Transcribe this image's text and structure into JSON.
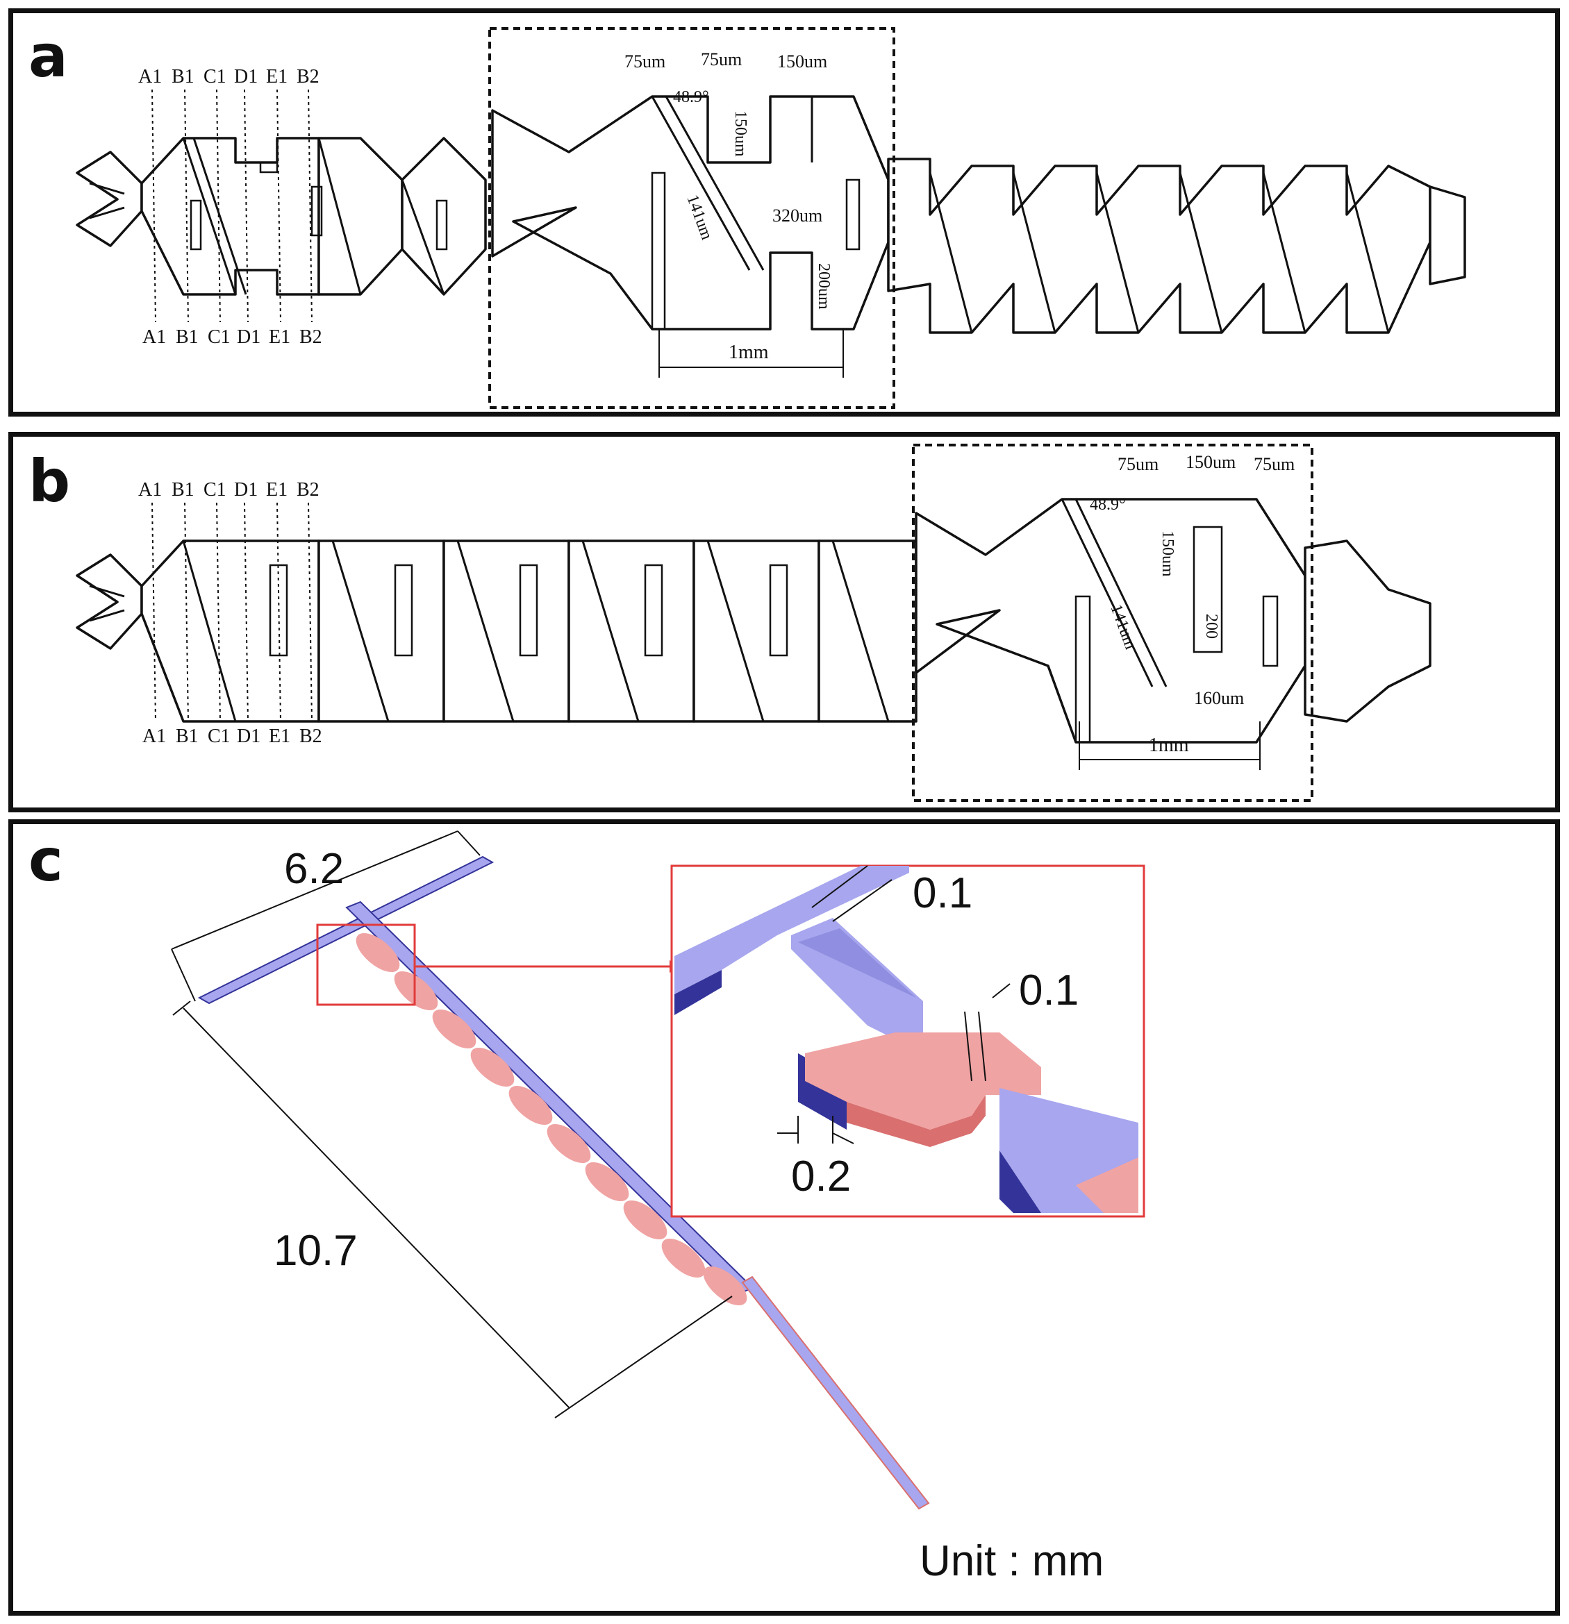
{
  "panel_a": {
    "letter": "a",
    "section_labels_top": [
      "A1",
      "B1",
      "C1",
      "D1",
      "E1",
      "B2"
    ],
    "section_labels_bottom": [
      "A1",
      "B1",
      "C1",
      "D1",
      "E1",
      "B2"
    ],
    "dims": {
      "top_left_width": "75um",
      "top_mid_width": "75um",
      "top_right_width": "150um",
      "angle": "48.9°",
      "vertical_150": "150um",
      "diag_141": "141um",
      "gap_320": "320um",
      "vertical_200": "200um",
      "pitch": "1mm"
    }
  },
  "panel_b": {
    "letter": "b",
    "section_labels_top": [
      "A1",
      "B1",
      "C1",
      "D1",
      "E1",
      "B2"
    ],
    "section_labels_bottom": [
      "A1",
      "B1",
      "C1",
      "D1",
      "E1",
      "B2"
    ],
    "dims": {
      "top_left_width": "75um",
      "top_mid_width": "150um",
      "top_right_width": "75um",
      "angle": "48.9°",
      "vertical_150": "150um",
      "diag_141": "141um",
      "vertical_200": "200",
      "gap_160": "160um",
      "pitch": "1mm"
    }
  },
  "panel_c": {
    "letter": "c",
    "dim_inlet_length": "6.2",
    "dim_mixer_length": "10.7",
    "detail_dim_1": "0.1",
    "detail_dim_2": "0.1",
    "detail_dim_3": "0.2",
    "unit_label": "Unit : mm",
    "colors": {
      "blue": "#a7a6ee",
      "blue_dark": "#33339a",
      "pink": "#f0a3a3",
      "pink_dark": "#d96f6f",
      "callout_red": "#e23b3b"
    }
  }
}
